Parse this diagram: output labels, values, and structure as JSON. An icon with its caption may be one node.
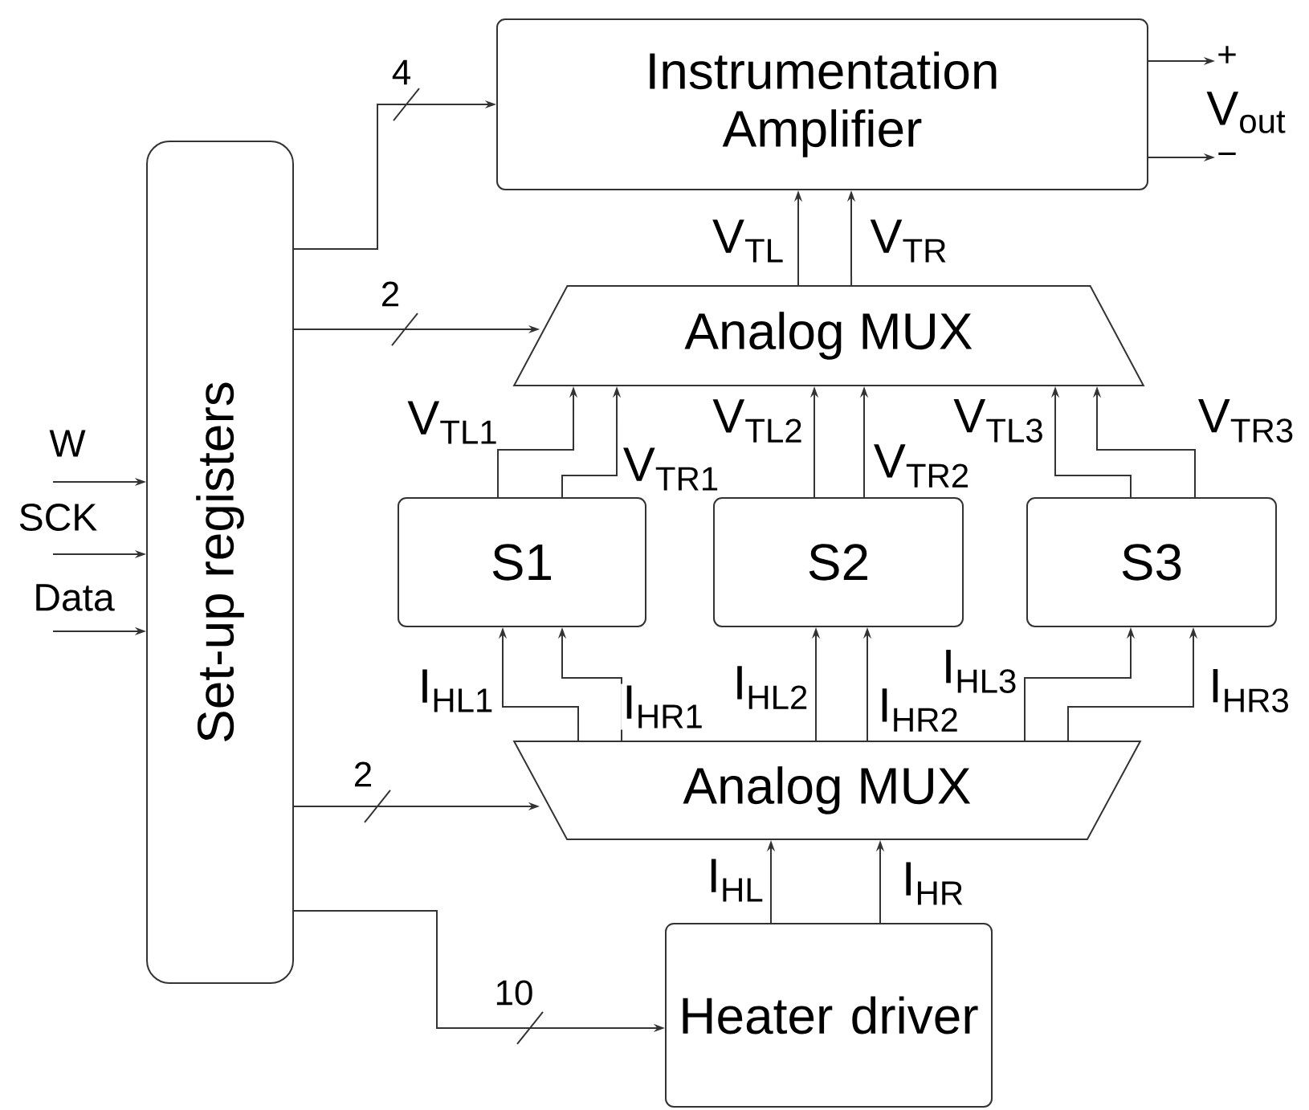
{
  "diagram": {
    "nodes": [
      {
        "text": [
          "Instrumentation Amplifier"
        ]
      },
      {
        "text": [
          "Analog MUX"
        ]
      },
      {
        "text": [
          "S1"
        ]
      },
      {
        "text": [
          "S2"
        ]
      },
      {
        "text": [
          "S3"
        ]
      },
      {
        "text": [
          "Analog MUX"
        ]
      },
      {
        "text": [
          "Heater driver"
        ]
      },
      {
        "text": [
          "Set-up registers"
        ]
      },
      {
        "text": [
          "+"
        ]
      },
      {
        "text": [
          "−"
        ]
      }
    ],
    "edges": [
      {
        "from": 7,
        "to": 0,
        "arrow": "to",
        "label": "4"
      },
      {
        "from": 7,
        "to": 1,
        "arrow": "to",
        "label": "2"
      },
      {
        "from": 7,
        "to": 5,
        "arrow": "to",
        "label": "2"
      },
      {
        "from": 7,
        "to": 6,
        "arrow": "to",
        "label": "10"
      },
      {
        "from": null,
        "to": 7,
        "arrow": "to",
        "label": "W"
      },
      {
        "from": null,
        "to": 7,
        "arrow": "to",
        "label": "SCK"
      },
      {
        "from": null,
        "to": 7,
        "arrow": "to",
        "label": "Data"
      },
      {
        "from": 0,
        "to": 8,
        "arrow": "to"
      },
      {
        "from": 0,
        "to": 9,
        "arrow": "to"
      },
      {
        "from": 1,
        "to": 0,
        "arrow": "to",
        "label": "V$_{TL}$"
      },
      {
        "from": 1,
        "to": 0,
        "arrow": "to",
        "label": "V$_{TR}$"
      },
      {
        "from": 2,
        "to": 1,
        "arrow": "to",
        "label": "V$_{TL1}$"
      },
      {
        "from": 2,
        "to": 1,
        "arrow": "to",
        "label": "V$_{TR1}$"
      },
      {
        "from": 3,
        "to": 1,
        "arrow": "to",
        "label": "V$_{TL2}$"
      },
      {
        "from": 3,
        "to": 1,
        "arrow": "to",
        "label": "V$_{TR2}$"
      },
      {
        "from": 4,
        "to": 1,
        "arrow": "to",
        "label": "V$_{TL3}$"
      },
      {
        "from": 4,
        "to": 1,
        "arrow": "to",
        "label": "V$_{TR3}$"
      },
      {
        "from": 5,
        "to": 2,
        "arrow": "to",
        "label": "I$_{HL1}$"
      },
      {
        "from": 5,
        "to": 2,
        "arrow": "to",
        "label": "I$_{HR1}$"
      },
      {
        "from": 5,
        "to": 3,
        "arrow": "to",
        "label": "I$_{HL2}$"
      },
      {
        "from": 5,
        "to": 3,
        "arrow": "to",
        "label": "I$_{HR2}$"
      },
      {
        "from": 5,
        "to": 4,
        "arrow": "to",
        "label": "I$_{HL3}$"
      },
      {
        "from": 5,
        "to": 4,
        "arrow": "to",
        "label": "I$_{HR3}$"
      },
      {
        "from": 6,
        "to": 5,
        "arrow": "to",
        "label": "I$_{HL}$"
      },
      {
        "from": 6,
        "to": 5,
        "arrow": "to",
        "label": "I$_{HR}$"
      }
    ],
    "labels": [
      "V$_{out}$"
    ]
  }
}
